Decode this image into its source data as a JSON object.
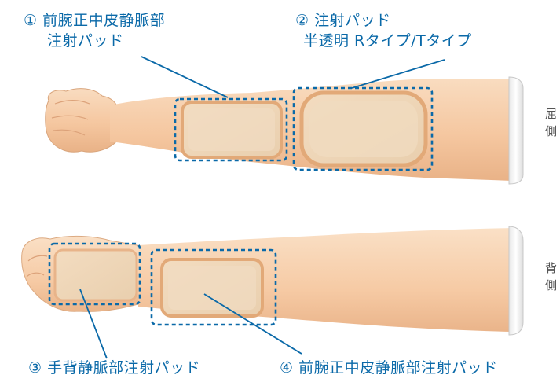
{
  "labels": {
    "pad1_line1": "① 前腕正中皮静脈部",
    "pad1_line2": "注射パッド",
    "pad2_line1": "② 注射パッド",
    "pad2_line2": "半透明 Rタイプ/Tタイプ",
    "pad3": "③ 手背静脈部注射パッド",
    "pad4": "④ 前腕正中皮静脈部注射パッド"
  },
  "side_labels": {
    "top": "屈側",
    "bottom": "背側"
  },
  "colors": {
    "accent": "#0a69a8",
    "skin": "#f6c9a3",
    "pad": "#efd3b0"
  }
}
